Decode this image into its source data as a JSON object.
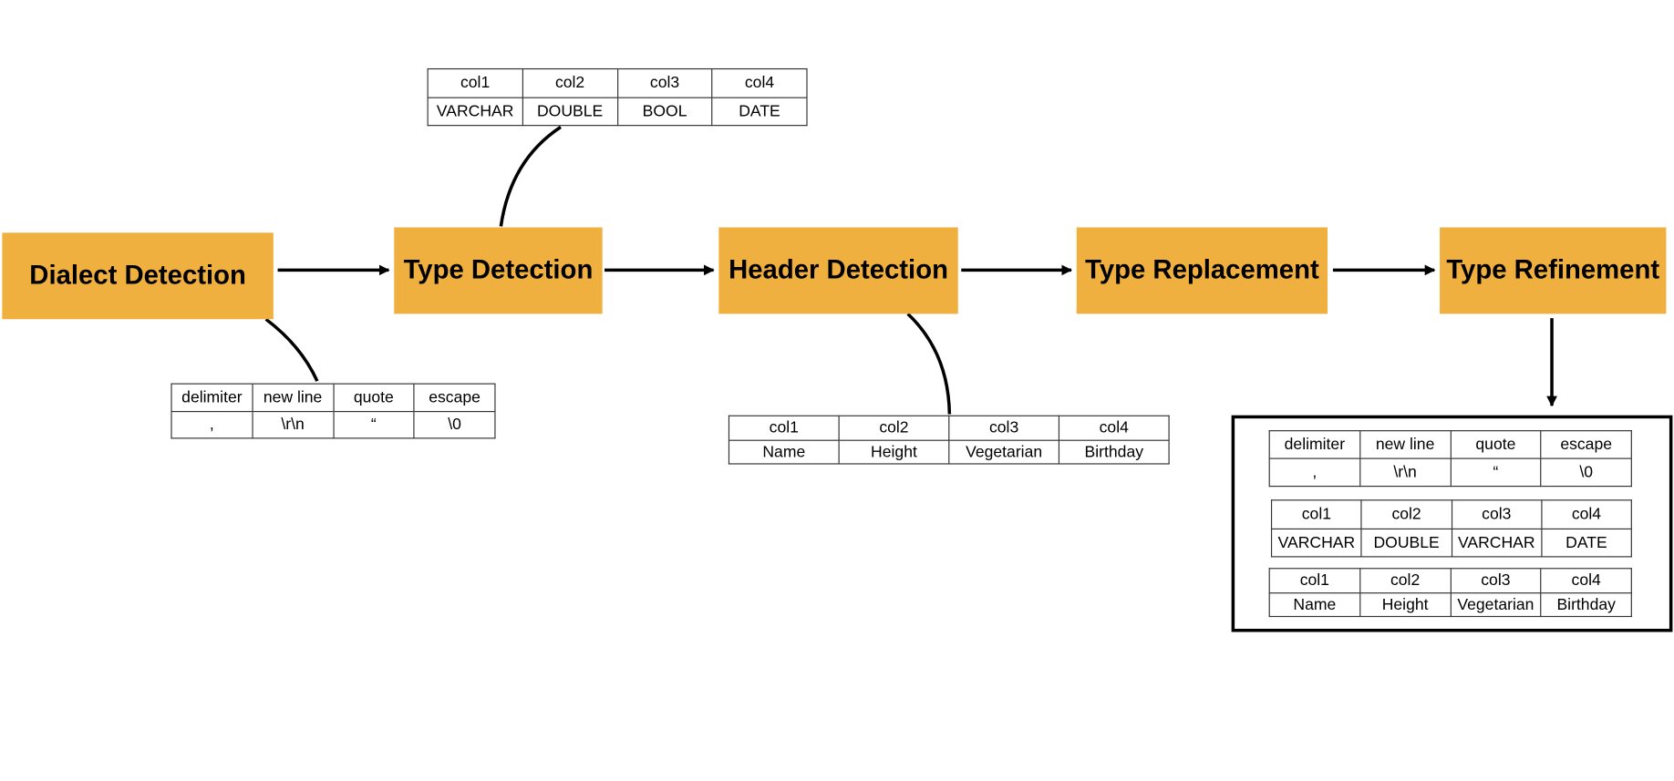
{
  "stages": [
    {
      "id": "dialect",
      "label": "Dialect Detection"
    },
    {
      "id": "type",
      "label": "Type Detection"
    },
    {
      "id": "header",
      "label": "Header Detection"
    },
    {
      "id": "replacement",
      "label": "Type Replacement"
    },
    {
      "id": "refinement",
      "label": "Type Refinement"
    }
  ],
  "dialect_table": {
    "headers": [
      "delimiter",
      "new line",
      "quote",
      "escape"
    ],
    "values": [
      ",",
      "\\r\\n",
      "“",
      "\\0"
    ]
  },
  "type_table": {
    "headers": [
      "col1",
      "col2",
      "col3",
      "col4"
    ],
    "values": [
      "VARCHAR",
      "DOUBLE",
      "BOOL",
      "DATE"
    ]
  },
  "header_table": {
    "headers": [
      "col1",
      "col2",
      "col3",
      "col4"
    ],
    "values": [
      "Name",
      "Height",
      "Vegetarian",
      "Birthday"
    ]
  },
  "refined": {
    "dialect_table": {
      "headers": [
        "delimiter",
        "new line",
        "quote",
        "escape"
      ],
      "values": [
        ",",
        "\\r\\n",
        "“",
        "\\0"
      ]
    },
    "type_table": {
      "headers": [
        "col1",
        "col2",
        "col3",
        "col4"
      ],
      "values": [
        "VARCHAR",
        "DOUBLE",
        "VARCHAR",
        "DATE"
      ]
    },
    "header_table": {
      "headers": [
        "col1",
        "col2",
        "col3",
        "col4"
      ],
      "values": [
        "Name",
        "Height",
        "Vegetarian",
        "Birthday"
      ]
    }
  },
  "colors": {
    "stage_fill": "#f0b03f",
    "line": "#000000"
  }
}
